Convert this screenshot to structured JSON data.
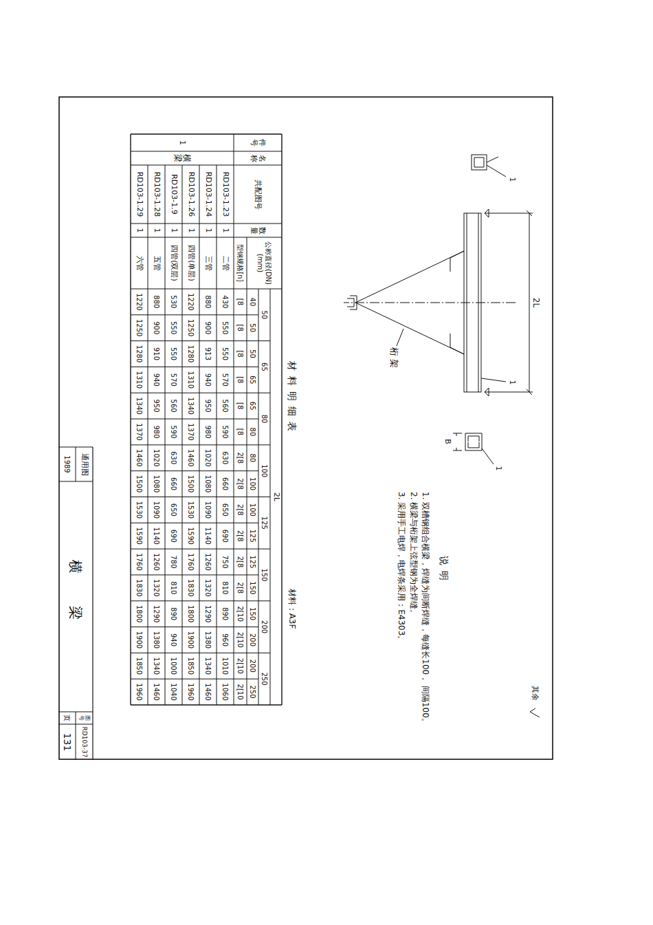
{
  "diagram": {
    "labels": [
      "说明",
      "1. 双槽钢组合横梁，焊缝为间断焊缝，每缝长100， 间隔100。",
      "2. 横梁与桁架上弦型钢为全焊缝。",
      "3. 采用手工电焊，电焊条采用：E4303。",
      "材料明细表",
      "材料：A3F",
      "件号",
      "名称",
      "共配图号",
      "数量",
      "公称直径(DN)(mm)",
      "型钢规格[n]",
      "2L",
      "50",
      "65",
      "80",
      "100",
      "125",
      "150",
      "200",
      "250",
      "40",
      "50",
      "50",
      "65",
      "65",
      "80",
      "80",
      "100",
      "100",
      "125",
      "125",
      "150",
      "150",
      "200",
      "200",
      "250",
      "[8",
      "[8",
      "[8",
      "[8",
      "[8",
      "[8",
      "2[8",
      "2[8",
      "2[8",
      "2[8",
      "2[8",
      "2[8",
      "2[10",
      "2[10",
      "2[10",
      "2[10",
      "1",
      "横 梁",
      "RD103-1.23",
      "1",
      "二管",
      "430",
      "550",
      "550",
      "570",
      "560",
      "590",
      "630",
      "660",
      "650",
      "690",
      "750",
      "810",
      "890",
      "960",
      "1010",
      "1060",
      "RD103-1.24",
      "1",
      "三管",
      "880",
      "900",
      "913",
      "940",
      "950",
      "980",
      "1020",
      "1080",
      "1090",
      "1140",
      "1260",
      "1320",
      "1290",
      "1380",
      "1340",
      "1460",
      "RD103-1.26",
      "1",
      "四管(单层)",
      "1220",
      "1250",
      "1280",
      "1310",
      "1340",
      "1370",
      "1460",
      "1500",
      "1530",
      "1590",
      "1760",
      "1830",
      "1800",
      "1900",
      "1850",
      "1960",
      "RD103-1.9",
      "1",
      "四管(双层)",
      "530",
      "550",
      "550",
      "570",
      "560",
      "590",
      "630",
      "660",
      "650",
      "690",
      "780",
      "810",
      "890",
      "940",
      "1000",
      "1040",
      "RD103-1.28",
      "1",
      "五管",
      "880",
      "900",
      "910",
      "940",
      "950",
      "980",
      "1020",
      "1080",
      "1090",
      "1140",
      "1260",
      "1320",
      "1290",
      "1380",
      "1340",
      "1460",
      "RD103-1.29",
      "1",
      "六管",
      "1220",
      "1250",
      "1280",
      "1310",
      "1340",
      "1370",
      "1460",
      "1500",
      "1530",
      "1590",
      "1760",
      "1830",
      "1800",
      "1900",
      "1850",
      "1960",
      "通用图",
      "1989",
      "横 梁",
      "图号",
      "RD103-37",
      "页",
      "131",
      "2L",
      "桁架",
      "1",
      "1",
      "1",
      "B",
      "其余"
    ]
  }
}
